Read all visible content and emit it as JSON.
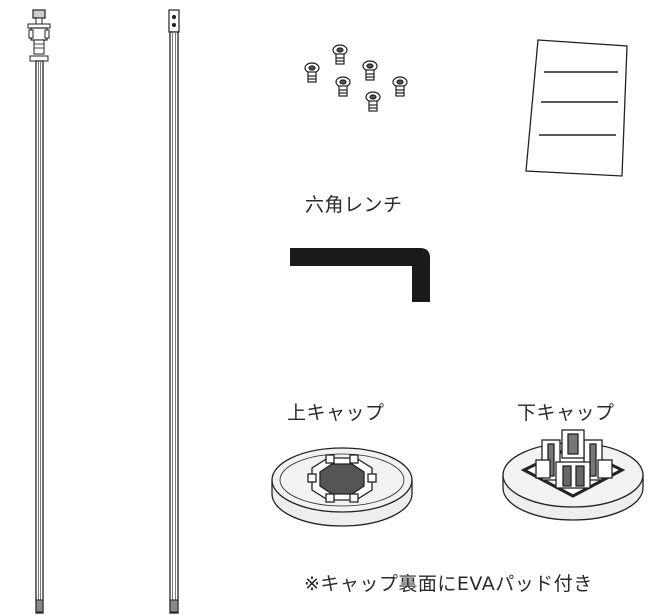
{
  "labels": {
    "hex_wrench": "六角レンチ",
    "top_cap": "上キャップ",
    "bottom_cap": "下キャップ",
    "note": "※キャップ裏面にEVAパッド付き"
  }
}
